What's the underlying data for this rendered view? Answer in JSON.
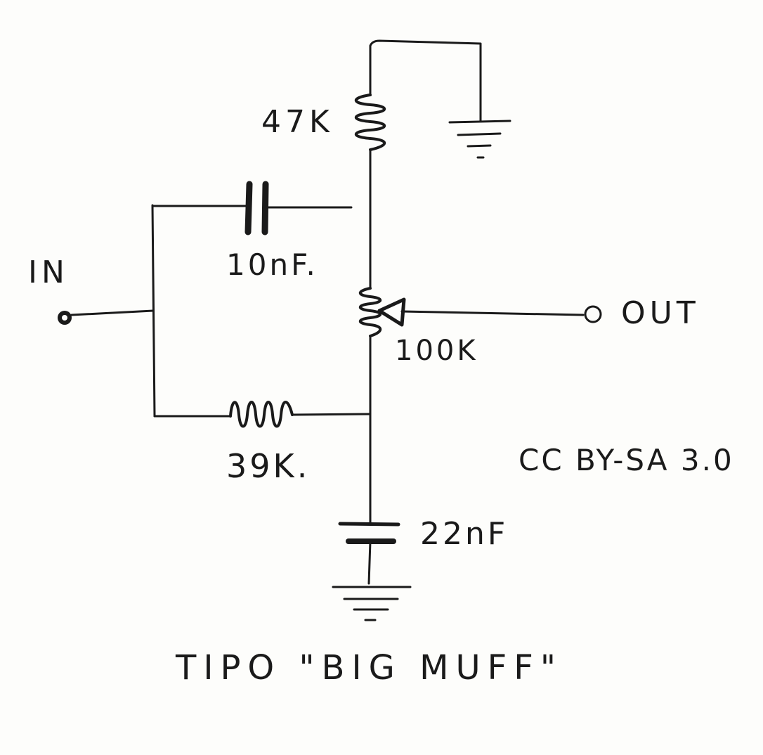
{
  "labels": {
    "input": "IN",
    "output": "OUT",
    "license": "CC BY-SA 3.0",
    "title": "TIPO \"BIG MUFF\""
  },
  "components": {
    "r_top": "47K",
    "c_top": "10nF.",
    "pot": "100K",
    "r_bottom": "39K.",
    "c_bottom": "22nF"
  }
}
